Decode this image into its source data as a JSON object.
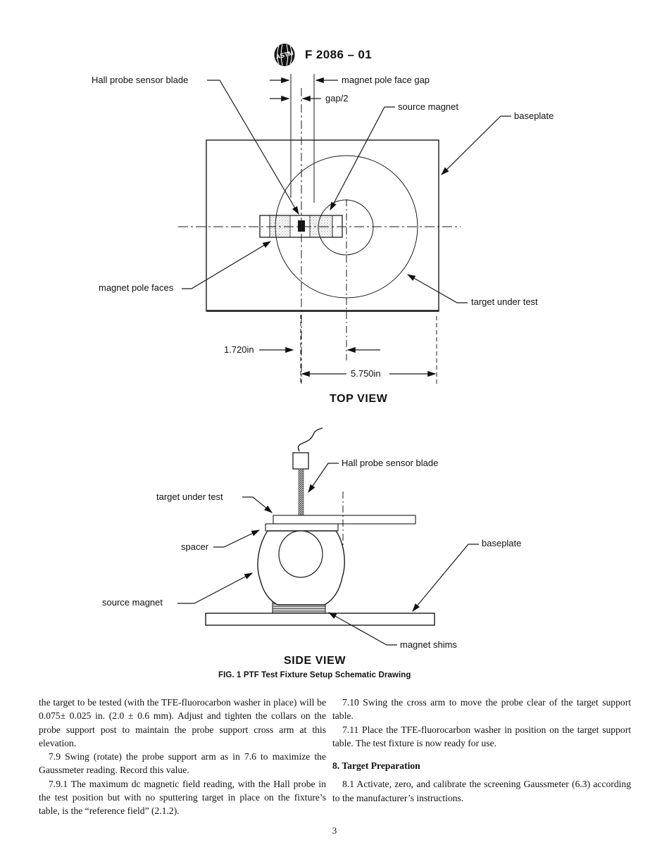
{
  "header": {
    "doc_code": "F 2086 – 01",
    "logo": "astm-logo"
  },
  "top_view": {
    "title": "TOP VIEW",
    "labels": {
      "hall_probe": "Hall probe sensor blade",
      "pole_face_gap": "magnet pole face gap",
      "gap_half": "gap/2",
      "source_magnet": "source magnet",
      "baseplate": "baseplate",
      "pole_faces": "magnet pole faces",
      "target": "target under test"
    },
    "dimensions": {
      "probe_offset": "1.720in",
      "plate_width": "5.750in"
    }
  },
  "side_view": {
    "title": "SIDE VIEW",
    "labels": {
      "hall_probe": "Hall probe sensor blade",
      "target": "target under test",
      "spacer": "spacer",
      "source_magnet": "source magnet",
      "baseplate": "baseplate",
      "magnet_shims": "magnet shims"
    }
  },
  "figure_caption": "FIG. 1 PTF Test Fixture Setup Schematic Drawing",
  "body": {
    "left": {
      "p1": "the target to be tested (with the TFE-fluorocarbon washer in place) will be 0.075± 0.025 in. (2.0 ± 0.6 mm). Adjust and tighten the collars on the probe support post to maintain the probe support cross arm at this elevation.",
      "p2": "7.9 Swing (rotate) the probe support arm as in 7.6 to maximize the Gaussmeter reading. Record this value.",
      "p3": "7.9.1 The maximum dc magnetic field reading, with the Hall probe in the test position but with no sputtering target in place on the fixture’s table, is the “reference field” (2.1.2)."
    },
    "right": {
      "p1": "7.10 Swing the cross arm to move the probe clear of the target support table.",
      "p2": "7.11 Place the TFE-fluorocarbon washer in position on the target support table. The test fixture is now ready for use.",
      "heading": "8. Target Preparation",
      "p3": "8.1 Activate, zero, and calibrate the screening Gaussmeter (6.3) according to the manufacturer’s instructions."
    }
  },
  "page_number": "3",
  "colors": {
    "ink": "#1a1a1a"
  }
}
